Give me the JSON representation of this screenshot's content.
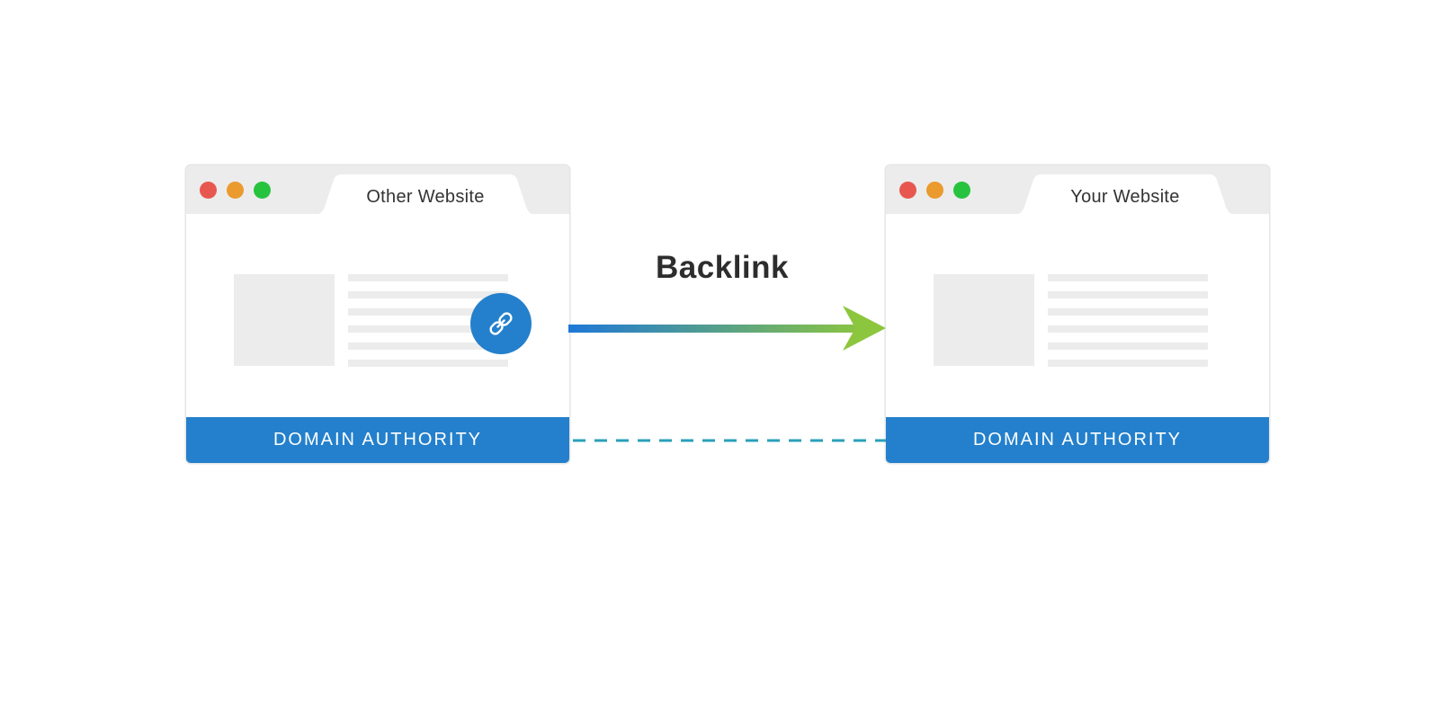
{
  "colors": {
    "brand_blue": "#2480cc",
    "arrow_start": "#1e78d8",
    "arrow_end": "#8cc63e",
    "dashed_line": "#2aa0b8",
    "dot_red": "#e8574f",
    "dot_orange": "#eb9a2e",
    "dot_green": "#27c33f",
    "chrome_gray": "#ececec"
  },
  "source_site": {
    "tab_title": "Other Website",
    "footer_label": "DOMAIN AUTHORITY",
    "badge_icon": "link-icon"
  },
  "target_site": {
    "tab_title": "Your Website",
    "footer_label": "DOMAIN AUTHORITY"
  },
  "connector": {
    "label": "Backlink"
  }
}
